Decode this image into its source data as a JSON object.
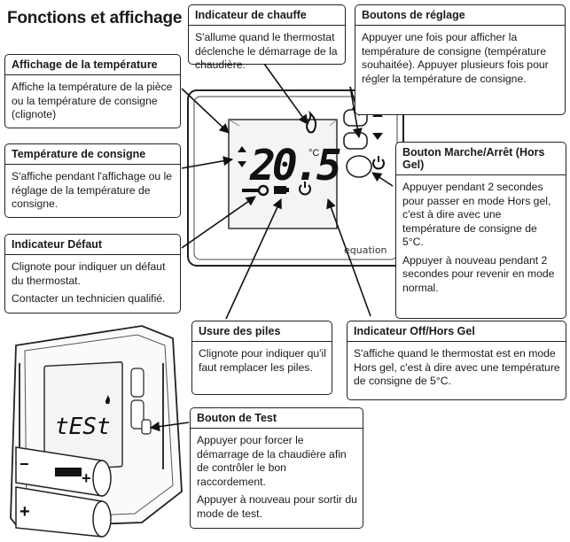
{
  "page_title": "Fonctions et affichage",
  "sections": {
    "affichage_temp": {
      "title": "Affichage de la température",
      "lines": [
        "Affiche la température de la pièce ou la température de consigne (clignote)"
      ]
    },
    "temp_consigne": {
      "title": "Température de consigne",
      "lines": [
        "S'affiche pendant l'affichage ou le réglage de la température de consigne."
      ]
    },
    "indicateur_defaut": {
      "title": "Indicateur Défaut",
      "lines": [
        "Clignote pour indiquer un défaut du thermostat.",
        "Contacter un technicien qualifié."
      ]
    },
    "indicateur_chauffe": {
      "title": "Indicateur de chauffe",
      "lines": [
        "S'allume quand le thermostat déclenche le démarrage de la chaudière."
      ]
    },
    "boutons_reglage": {
      "title": "Boutons de réglage",
      "lines": [
        "Appuyer une fois pour afficher la température de consigne (température souhaitée). Appuyer plusieurs fois pour régler la température de consigne."
      ]
    },
    "bouton_marche": {
      "title": "Bouton Marche/Arrêt (Hors Gel)",
      "lines": [
        "Appuyer pendant 2 secondes pour passer en mode Hors gel, c'est à dire avec une température de consigne de 5°C.",
        "Appuyer à nouveau pendant 2 secondes pour revenir en mode normal."
      ]
    },
    "usure_piles": {
      "title": "Usure des piles",
      "lines": [
        "Clignote pour indiquer qu'il faut remplacer les piles."
      ]
    },
    "indicateur_off": {
      "title": "Indicateur Off/Hors Gel",
      "lines": [
        "S'affiche quand le thermostat est en mode Hors gel, c'est à dire avec une température de consigne de 5°C."
      ]
    },
    "bouton_test": {
      "title": "Bouton de Test",
      "lines": [
        "Appuyer pour forcer le démarrage de la chaudière afin de contrôler le bon raccordement.",
        "Appuyer à nouveau pour sortir du mode de test."
      ]
    }
  },
  "device": {
    "temperature_display": "20.5",
    "unit": "°C",
    "brand": "equation",
    "test_display": "tESt",
    "battery_minus": "−",
    "battery_plus": "+"
  }
}
